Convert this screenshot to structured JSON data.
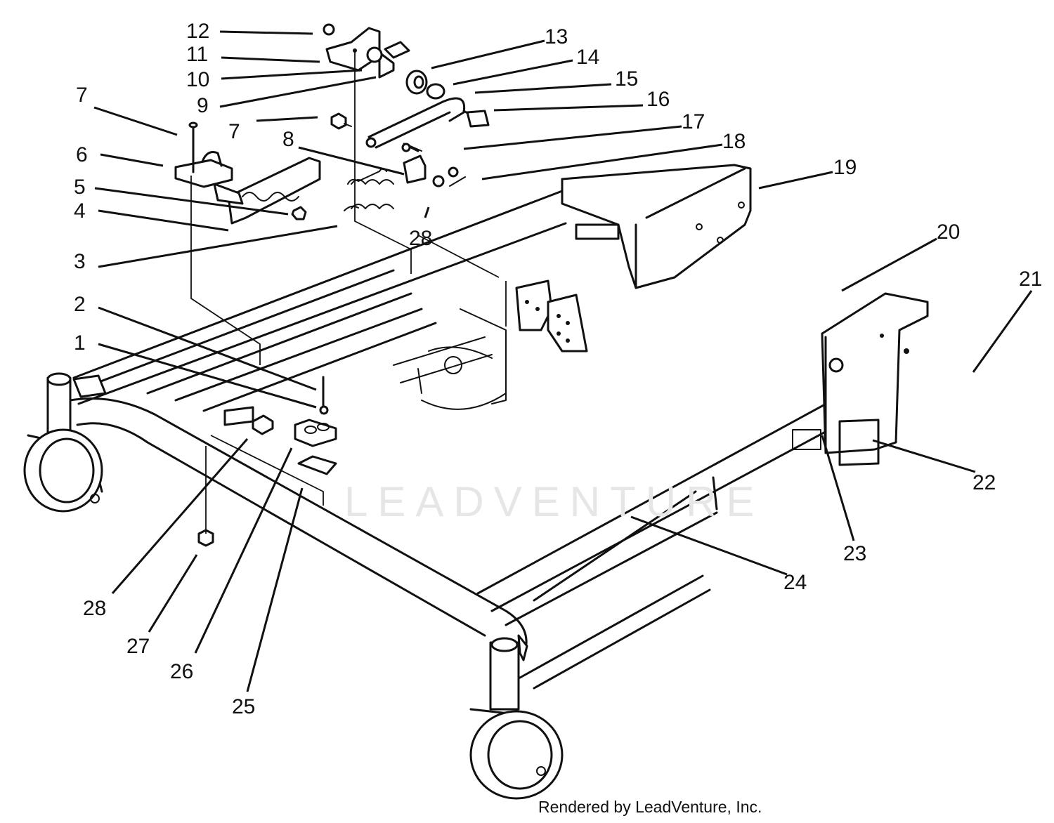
{
  "diagram": {
    "callouts": [
      {
        "id": "1",
        "text": "1"
      },
      {
        "id": "2",
        "text": "2"
      },
      {
        "id": "3",
        "text": "3"
      },
      {
        "id": "4",
        "text": "4"
      },
      {
        "id": "5",
        "text": "5"
      },
      {
        "id": "6",
        "text": "6"
      },
      {
        "id": "7a",
        "text": "7"
      },
      {
        "id": "7b",
        "text": "7"
      },
      {
        "id": "8",
        "text": "8"
      },
      {
        "id": "9",
        "text": "9"
      },
      {
        "id": "10",
        "text": "10"
      },
      {
        "id": "11",
        "text": "11"
      },
      {
        "id": "12",
        "text": "12"
      },
      {
        "id": "13",
        "text": "13"
      },
      {
        "id": "14",
        "text": "14"
      },
      {
        "id": "15",
        "text": "15"
      },
      {
        "id": "16",
        "text": "16"
      },
      {
        "id": "17",
        "text": "17"
      },
      {
        "id": "18",
        "text": "18"
      },
      {
        "id": "19",
        "text": "19"
      },
      {
        "id": "20",
        "text": "20"
      },
      {
        "id": "21",
        "text": "21"
      },
      {
        "id": "22",
        "text": "22"
      },
      {
        "id": "23",
        "text": "23"
      },
      {
        "id": "24",
        "text": "24"
      },
      {
        "id": "25",
        "text": "25"
      },
      {
        "id": "26",
        "text": "26"
      },
      {
        "id": "27",
        "text": "27"
      },
      {
        "id": "28a",
        "text": "28"
      },
      {
        "id": "28b",
        "text": "28"
      }
    ]
  },
  "watermark_text": "LEADVENTURE",
  "footer_text": "Rendered by LeadVenture, Inc."
}
